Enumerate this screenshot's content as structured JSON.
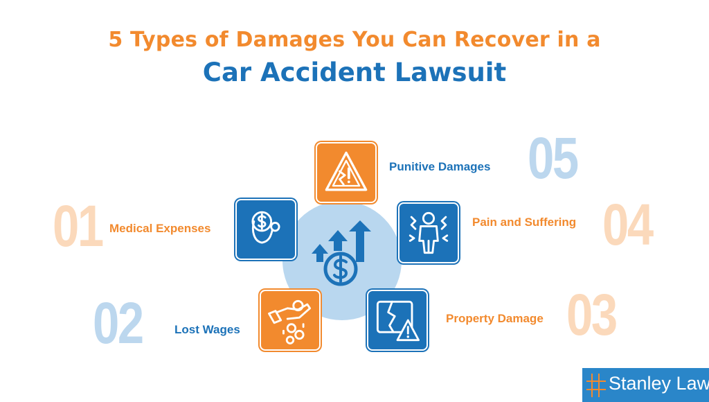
{
  "title": {
    "line1": "5 Types of Damages You Can Recover in a",
    "line2": "Car Accident Lawsuit"
  },
  "items": [
    {
      "number": "01",
      "label": "Medical Expenses",
      "icon": "stethoscope-dollar-icon",
      "color": "#1c72b8"
    },
    {
      "number": "02",
      "label": "Lost Wages",
      "icon": "hand-dropping-coins-icon",
      "color": "#f28a2e"
    },
    {
      "number": "03",
      "label": "Property Damage",
      "icon": "broken-screen-warning-icon",
      "color": "#1c72b8"
    },
    {
      "number": "04",
      "label": "Pain and Suffering",
      "icon": "person-in-pain-icon",
      "color": "#1c72b8"
    },
    {
      "number": "05",
      "label": "Punitive Damages",
      "icon": "broken-warning-triangle-icon",
      "color": "#f28a2e"
    }
  ],
  "center_icon": "dollar-rising-arrows-icon",
  "colors": {
    "orange": "#f28a2e",
    "blue": "#1c72b8",
    "light_blue": "#b9d7ef",
    "light_orange": "#fbd9bb"
  },
  "logo": {
    "text": "Stanley Law"
  }
}
